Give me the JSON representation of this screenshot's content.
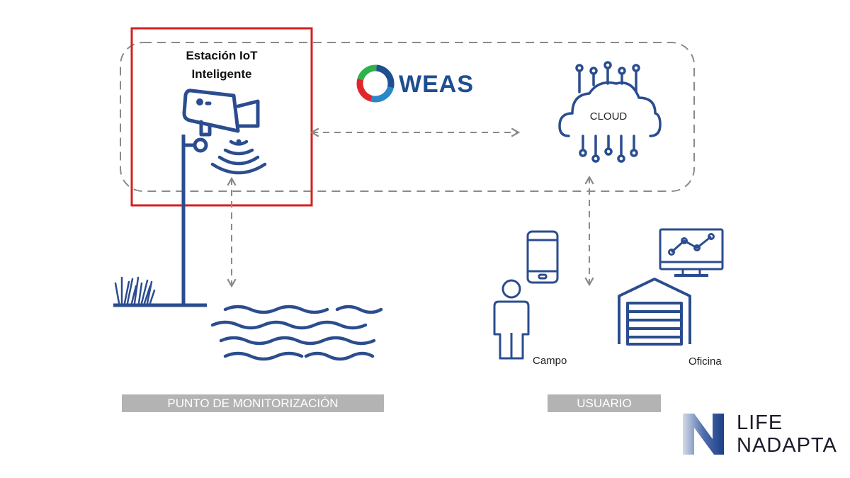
{
  "station": {
    "title_line1": "Estación IoT",
    "title_line2": "Inteligente"
  },
  "weas": {
    "logo_text": "WEAS"
  },
  "cloud": {
    "label": "CLOUD"
  },
  "user": {
    "field_label": "Campo",
    "office_label": "Oficina"
  },
  "bars": {
    "monitoring_point": "PUNTO DE MONITORIZACIÓN",
    "user": "USUARIO"
  },
  "brand": {
    "line1": "LIFE",
    "line2": "NADAPTA"
  },
  "colors": {
    "icon_blue": "#2b4d8f",
    "highlight_red": "#d42020",
    "dashed_gray": "#8a8a8a",
    "bar_gray": "#b3b3b3"
  }
}
